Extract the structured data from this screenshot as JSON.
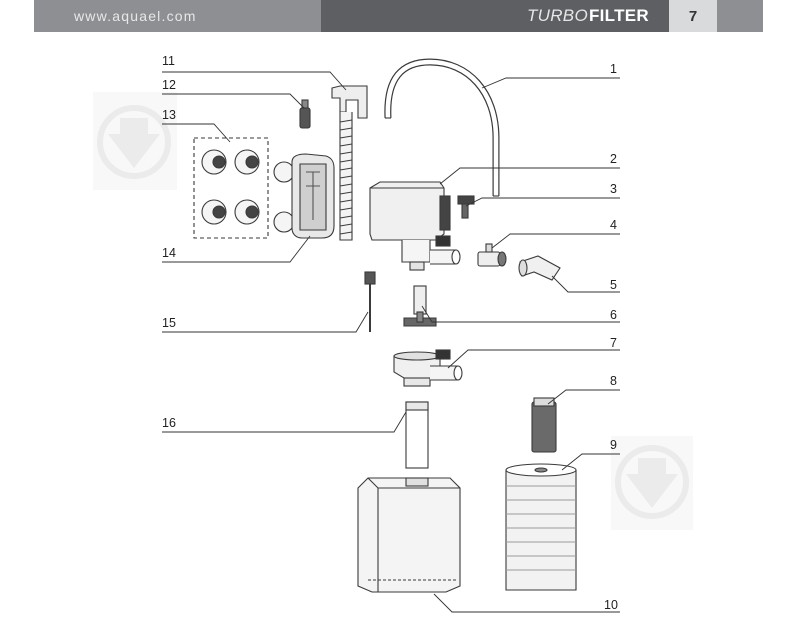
{
  "header": {
    "website": "www.aquael.com",
    "brand_light": "TURBO",
    "brand_bold": "FILTER",
    "page_number": "7"
  },
  "parts": [
    "1",
    "2",
    "3",
    "4",
    "5",
    "6",
    "7",
    "8",
    "9",
    "10",
    "11",
    "12",
    "13",
    "14",
    "15",
    "16"
  ],
  "colors": {
    "header_light": "#8d8f92",
    "header_dark": "#5d5f62",
    "page_box": "#d9dadb",
    "line": "#333333"
  }
}
